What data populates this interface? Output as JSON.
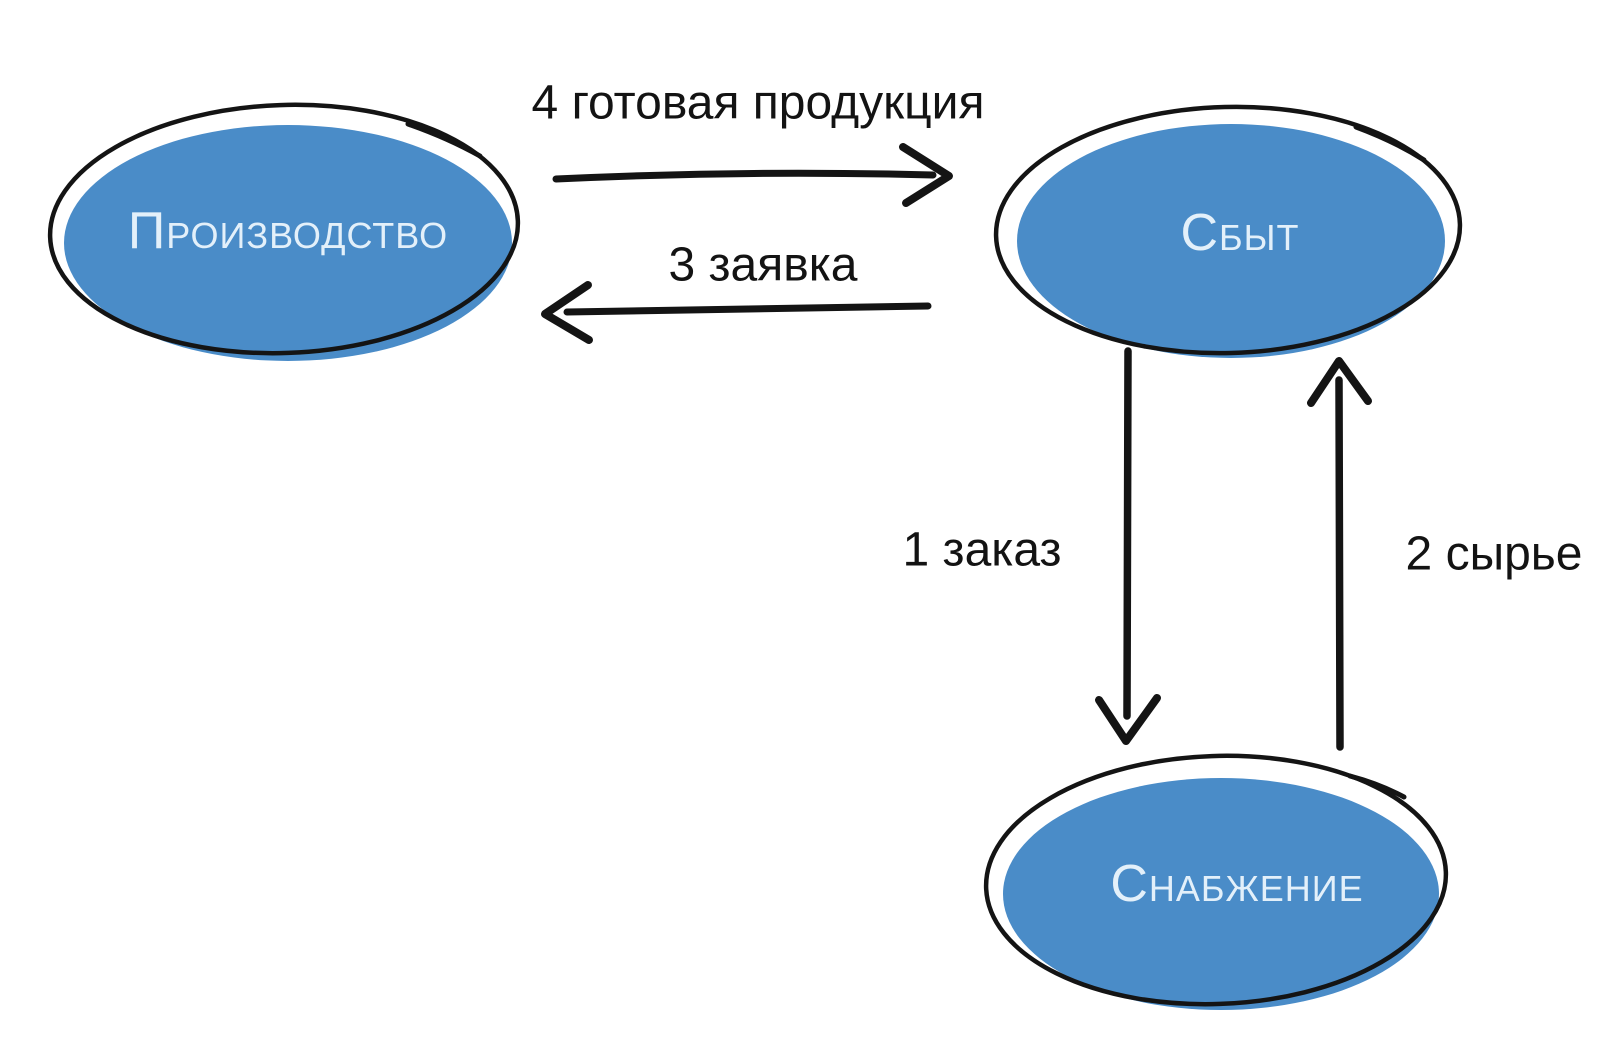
{
  "diagram": {
    "title": "",
    "colors": {
      "background": "#ffffff",
      "node_fill": "#4a8cc8",
      "outline": "#141414",
      "node_label_text": "#e3f0fa",
      "edge_label_text": "#131313"
    },
    "nodes": [
      {
        "id": "production",
        "label": "Производство"
      },
      {
        "id": "sales",
        "label": "Сбыт"
      },
      {
        "id": "supply",
        "label": "Снабжение"
      }
    ],
    "edges": [
      {
        "id": "order",
        "label": "1 заказ",
        "from": "Сбыт",
        "to": "Снабжение",
        "direction": "down"
      },
      {
        "id": "raw-materials",
        "label": "2 сырье",
        "from": "Снабжение",
        "to": "Сбыт",
        "direction": "up"
      },
      {
        "id": "request",
        "label": "3 заявка",
        "from": "Сбыт",
        "to": "Производство",
        "direction": "left"
      },
      {
        "id": "finished-products",
        "label": "4 готовая продукция",
        "from": "Производство",
        "to": "Сбыт",
        "direction": "right"
      }
    ]
  }
}
